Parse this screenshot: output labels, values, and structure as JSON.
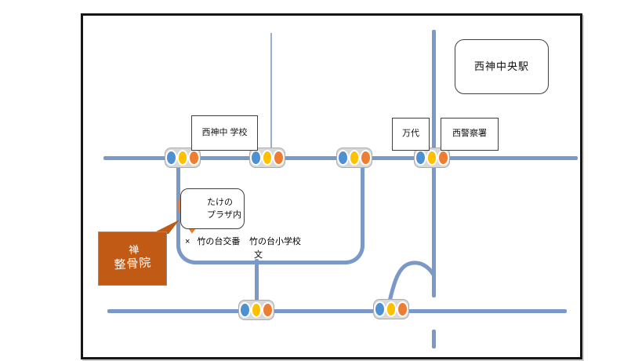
{
  "colors": {
    "road": "#7A99C7",
    "road_thin": "#9AAFD0",
    "light_body": "#D8D8D8",
    "light_border": "#ABABAB",
    "dot_blue": "#4E90D2",
    "dot_yellow": "#FFC000",
    "dot_orange": "#ED7D31",
    "pin": "#ED7D31",
    "callout_bg": "#C05A15",
    "callout_text": "#FFFFFF"
  },
  "labels": {
    "station": "西神中央駅",
    "mandai": "万代",
    "police": "西警察署",
    "middle_school": "西神中 学校",
    "plaza_line1": "たけの",
    "plaza_line2": "プラザ内",
    "koban_marker": "×",
    "koban": "竹の台交番",
    "elementary": "竹の台小学校",
    "school_symbol": "文",
    "clinic_line1": "禅",
    "clinic_line2": "整骨院"
  }
}
